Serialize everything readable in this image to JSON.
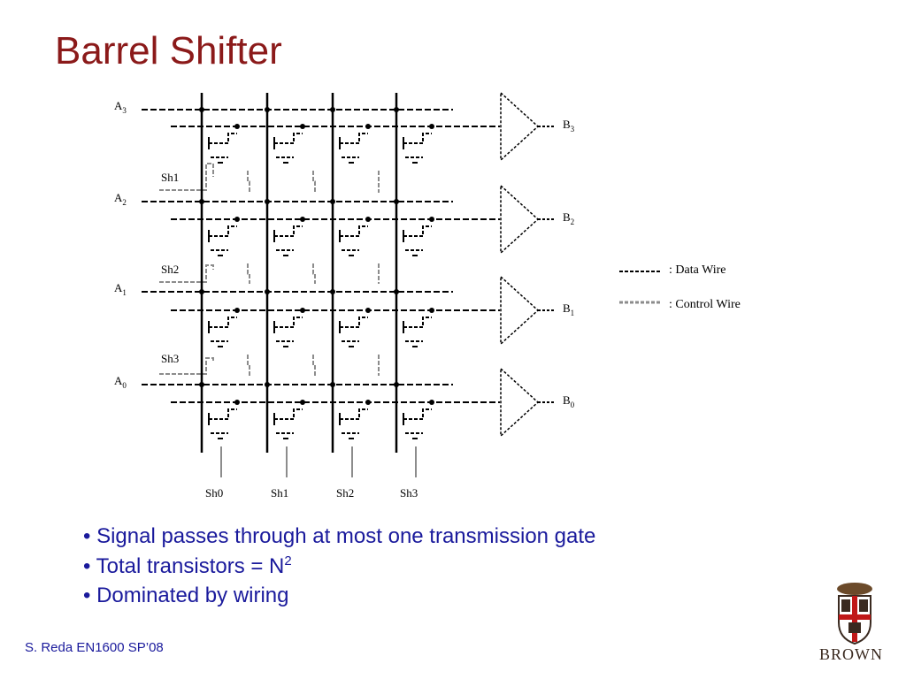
{
  "slide": {
    "title": "Barrel Shifter"
  },
  "diagram": {
    "inputs": [
      {
        "base": "A",
        "sub": "3"
      },
      {
        "base": "A",
        "sub": "2"
      },
      {
        "base": "A",
        "sub": "1"
      },
      {
        "base": "A",
        "sub": "0"
      }
    ],
    "outputs": [
      {
        "base": "B",
        "sub": "3"
      },
      {
        "base": "B",
        "sub": "2"
      },
      {
        "base": "B",
        "sub": "1"
      },
      {
        "base": "B",
        "sub": "0"
      }
    ],
    "left_shift_labels": [
      "Sh1",
      "Sh2",
      "Sh3"
    ],
    "bottom_shift_labels": [
      "Sh0",
      "Sh1",
      "Sh2",
      "Sh3"
    ],
    "legend": {
      "data_wire": ": Data Wire",
      "control_wire": ": Control Wire"
    },
    "colors": {
      "data_wire": "#000000",
      "control_wire": "#8c8c8c"
    }
  },
  "bullets": [
    {
      "text": "• Signal passes through at most one transmission gate",
      "sup": ""
    },
    {
      "text": "• Total transistors = N",
      "sup": "2"
    },
    {
      "text": "• Dominated by wiring",
      "sup": ""
    }
  ],
  "footer": {
    "text": "S. Reda EN1600 SP’08"
  },
  "logo": {
    "text": "BROWN"
  },
  "colors": {
    "title": "#8b1a1a",
    "body_text": "#1a1a9c"
  }
}
